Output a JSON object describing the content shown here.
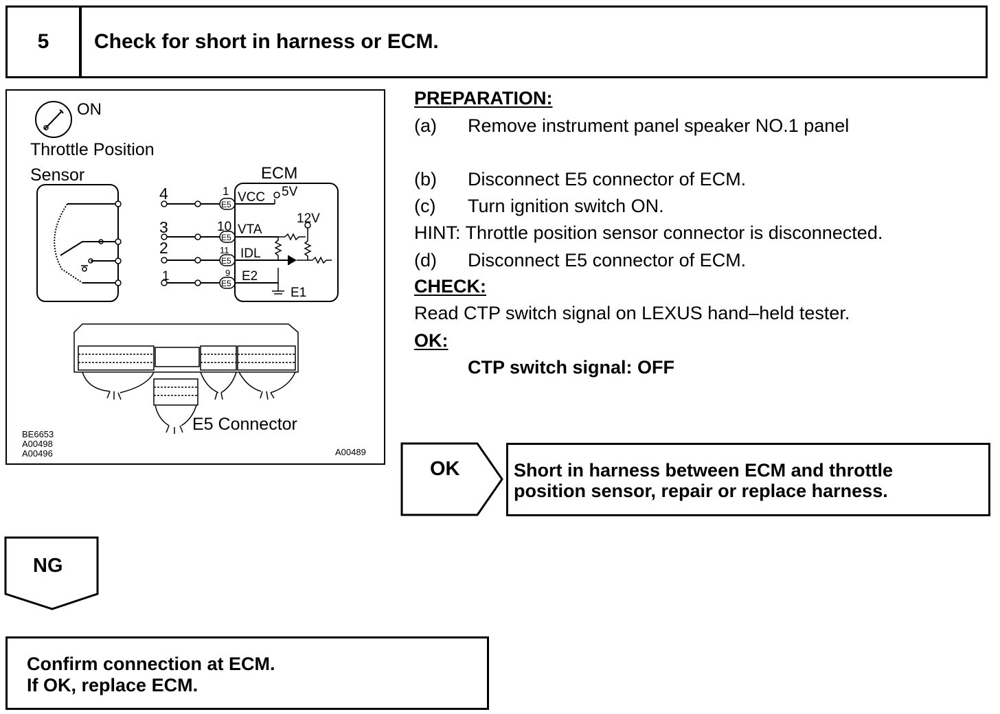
{
  "step": {
    "number": "5",
    "title": "Check for short in harness or ECM."
  },
  "diagram": {
    "switch_label": "ON",
    "sensor_label_line1": "Throttle Position",
    "sensor_label_line2": "Sensor",
    "ecm_label": "ECM",
    "pins_left": [
      "4",
      "3",
      "2",
      "1"
    ],
    "pins_right": [
      "1",
      "10",
      "11",
      "9"
    ],
    "connector_tag": "E5",
    "ecm_signals": [
      "VCC",
      "VTA",
      "IDL",
      "E2",
      "E1"
    ],
    "voltage_5v": "5V",
    "voltage_12v": "12V",
    "connector_caption": "E5 Connector",
    "ref_codes": [
      "BE6653",
      "A00498",
      "A00496"
    ],
    "ref_code_right": "A00489"
  },
  "preparation": {
    "heading": "PREPARATION:",
    "steps": [
      {
        "label": "(a)",
        "text": "Remove instrument panel speaker NO.1 panel"
      },
      {
        "label": "(b)",
        "text": "Disconnect E5 connector of ECM."
      },
      {
        "label": "(c)",
        "text": "Turn ignition switch ON."
      }
    ],
    "hint": "HINT: Throttle position sensor connector is disconnected.",
    "step_d": {
      "label": "(d)",
      "text": "Disconnect E5 connector of ECM."
    }
  },
  "check": {
    "heading": "CHECK:",
    "text": "Read CTP switch signal on LEXUS hand–held tester."
  },
  "ok_spec": {
    "heading": "OK:",
    "text": "CTP switch signal:  OFF"
  },
  "ok_branch": {
    "label": "OK",
    "result_line1": "Short in harness between ECM and throttle",
    "result_line2": "position sensor, repair or replace harness."
  },
  "ng_branch": {
    "label": "NG",
    "result_line1": "Confirm connection at ECM.",
    "result_line2": "If OK, replace ECM."
  }
}
